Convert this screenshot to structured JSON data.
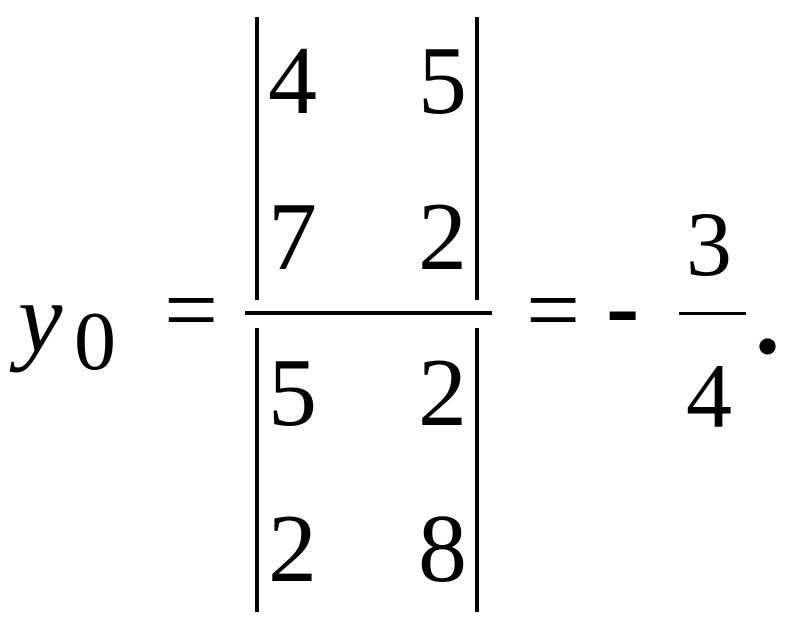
{
  "equation": {
    "lhs_variable": "y",
    "lhs_subscript": "0",
    "equals": "=",
    "numerator_determinant": {
      "rows": [
        [
          "4",
          "5"
        ],
        [
          "7",
          "2"
        ]
      ]
    },
    "denominator_determinant": {
      "rows": [
        [
          "5",
          "2"
        ],
        [
          "2",
          "8"
        ]
      ]
    },
    "minus_sign": "-",
    "result_fraction": {
      "numerator": "3",
      "denominator": "4"
    },
    "terminal_punctuation": "."
  }
}
